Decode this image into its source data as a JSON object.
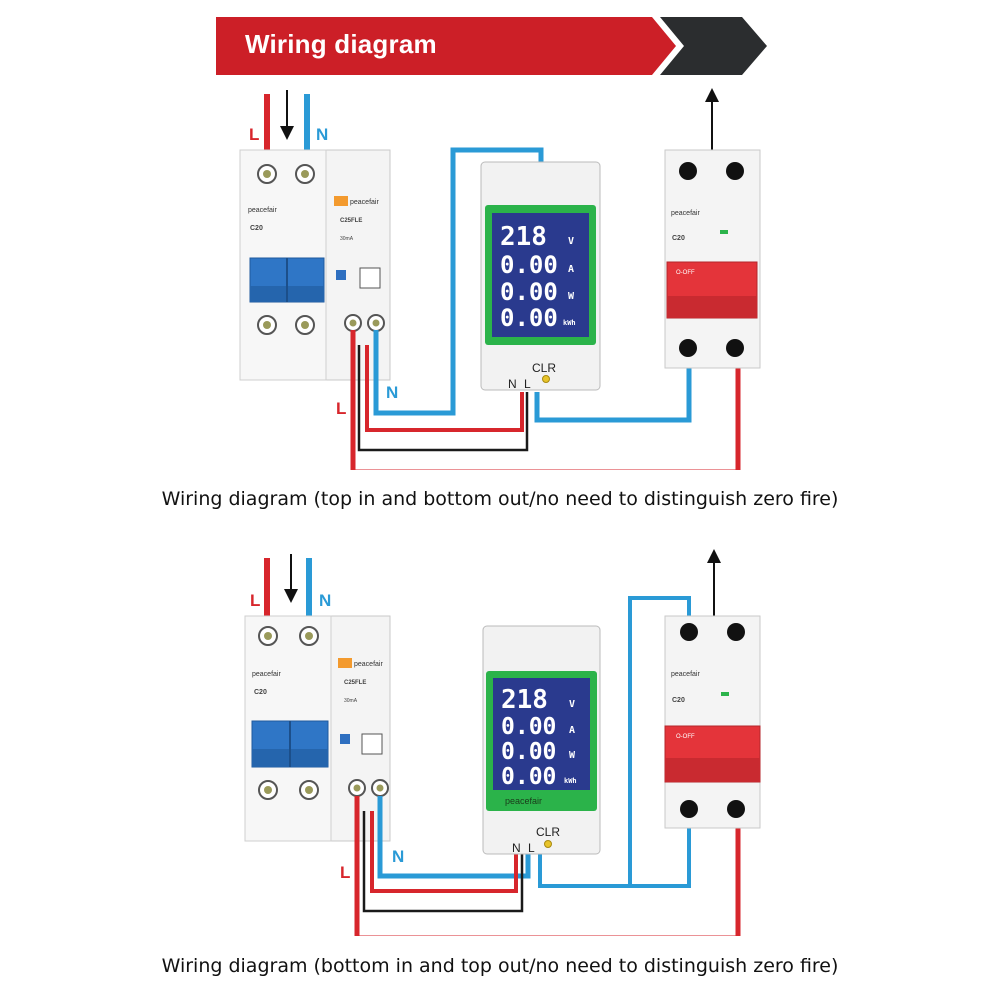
{
  "banner": {
    "title": "Wiring diagram",
    "colors": {
      "red": "#cc1f27",
      "dark": "#2b2d2f"
    }
  },
  "colors": {
    "live": "#d7262c",
    "neutral": "#2a9ad6",
    "black": "#1a1a1a"
  },
  "diagram1": {
    "caption": "Wiring diagram (top in and bottom out/no need to distinguish zero fire)",
    "label_L_in": "L",
    "label_N_in": "N",
    "label_L_out": "L",
    "label_N_out": "N",
    "meter": {
      "voltage": "218",
      "v_unit": "V",
      "current": "0.00",
      "a_unit": "A",
      "power": "0.00",
      "w_unit": "W",
      "energy": "0.00",
      "kwh_unit": "kWh",
      "clr": "CLR",
      "n_term": "N",
      "l_term": "L"
    },
    "rcbo": {
      "brand": "peacefair",
      "brand2": "peacefair",
      "rating": "C20",
      "model": "C25FLE",
      "ma": "30mA"
    },
    "mcb": {
      "brand": "peacefair",
      "rating": "C20",
      "off": "O-OFF"
    }
  },
  "diagram2": {
    "caption": "Wiring diagram (bottom in and top out/no need to distinguish zero fire)",
    "label_L_in": "L",
    "label_N_in": "N",
    "label_L_out": "L",
    "label_N_out": "N",
    "meter": {
      "voltage": "218",
      "v_unit": "V",
      "current": "0.00",
      "a_unit": "A",
      "power": "0.00",
      "w_unit": "W",
      "energy": "0.00",
      "kwh_unit": "kWh",
      "brand": "peacefair",
      "clr": "CLR",
      "n_term": "N",
      "l_term": "L"
    },
    "rcbo": {
      "brand": "peacefair",
      "brand2": "peacefair",
      "rating": "C20",
      "model": "C25FLE",
      "ma": "30mA"
    },
    "mcb": {
      "brand": "peacefair",
      "rating": "C20",
      "off": "O-OFF"
    }
  }
}
